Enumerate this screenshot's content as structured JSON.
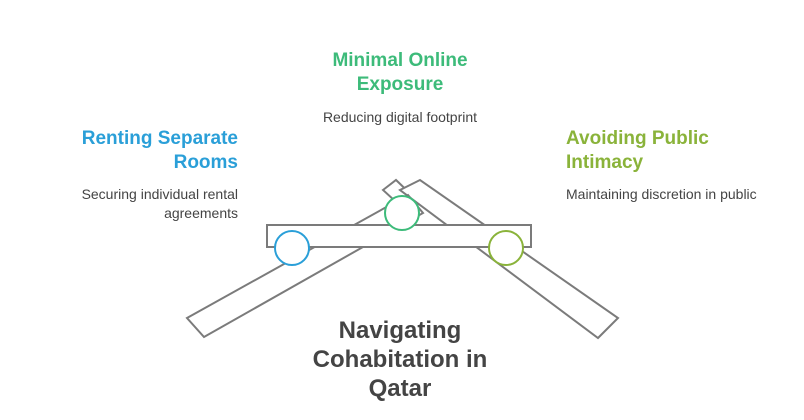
{
  "title": "Navigating Cohabitation in Qatar",
  "nodes": {
    "left": {
      "title": "Renting Separate Rooms",
      "description": "Securing individual rental agreements",
      "color": "#2a9fd8"
    },
    "top": {
      "title": "Minimal Online Exposure",
      "description": "Reducing digital footprint",
      "color": "#3dbb7a"
    },
    "right": {
      "title": "Avoiding Public Intimacy",
      "description": "Maintaining discretion in public",
      "color": "#8ab33a"
    }
  },
  "colors": {
    "structure_stroke": "#7b7b7b",
    "text_dark": "#444444"
  }
}
